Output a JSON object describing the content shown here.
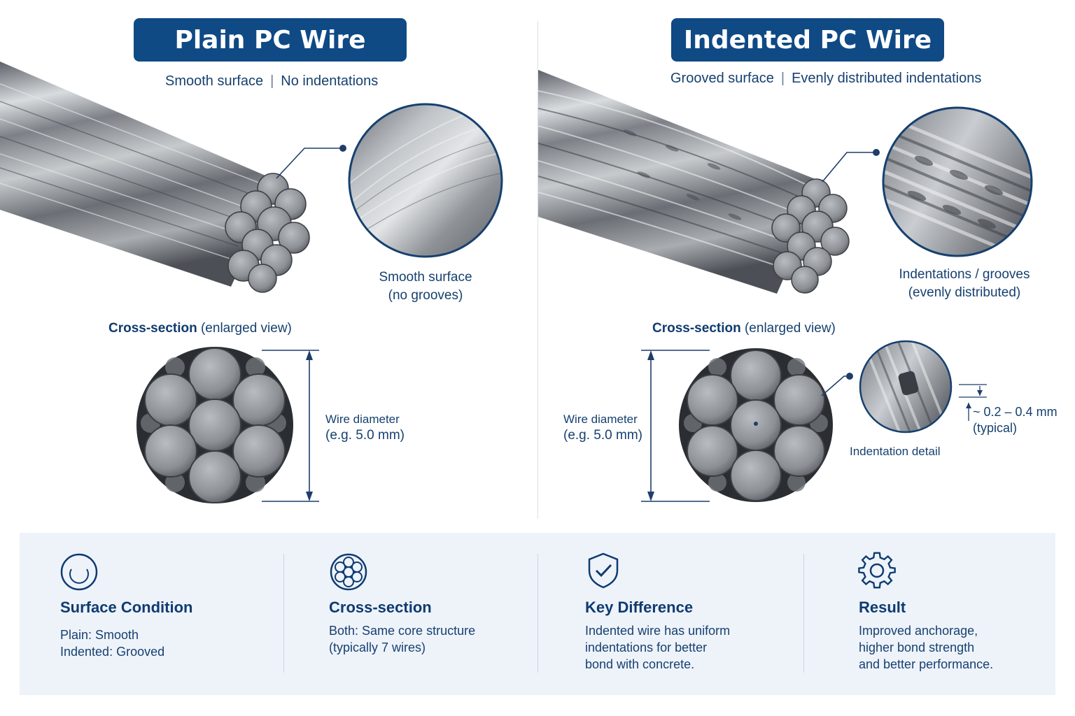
{
  "left": {
    "title": "Plain PC Wire",
    "subtitle_a": "Smooth surface",
    "subtitle_sep": "|",
    "subtitle_b": "No indentations",
    "zoom_label_1": "Smooth surface",
    "zoom_label_2": "(no grooves)",
    "xs_bold": "Cross-section",
    "xs_rest": " (enlarged view)",
    "dia_1": "Wire diameter",
    "dia_2": "(e.g. 5.0 mm)"
  },
  "right": {
    "title": "Indented PC Wire",
    "subtitle_a": "Grooved surface",
    "subtitle_sep": "|",
    "subtitle_b": "Evenly distributed indentations",
    "zoom_label_1": "Indentations / grooves",
    "zoom_label_2": "(evenly distributed)",
    "xs_bold": "Cross-section",
    "xs_rest": " (enlarged view)",
    "dia_1": "Wire diameter",
    "dia_2": "(e.g. 5.0 mm)",
    "indent_detail": "Indentation detail",
    "depth_1": "~ 0.2 – 0.4 mm",
    "depth_2": "(typical)"
  },
  "cards": [
    {
      "icon": "circle-icon",
      "title": "Surface Condition",
      "text": "Plain: Smooth\nIndented: Grooved"
    },
    {
      "icon": "seven-wire-icon",
      "title": "Cross-section",
      "text": "Both: Same core structure\n(typically 7 wires)"
    },
    {
      "icon": "shield-check-icon",
      "title": "Key Difference",
      "text": "Indented wire has uniform\nindentations for better\nbond with concrete."
    },
    {
      "icon": "gear-icon",
      "title": "Result",
      "text": "Improved anchorage,\nhigher bond strength\nand better performance."
    }
  ],
  "colors": {
    "navy": "#0f4a85",
    "text": "#16406f",
    "panel": "#eef3fa",
    "steel": "#8a8e94"
  }
}
